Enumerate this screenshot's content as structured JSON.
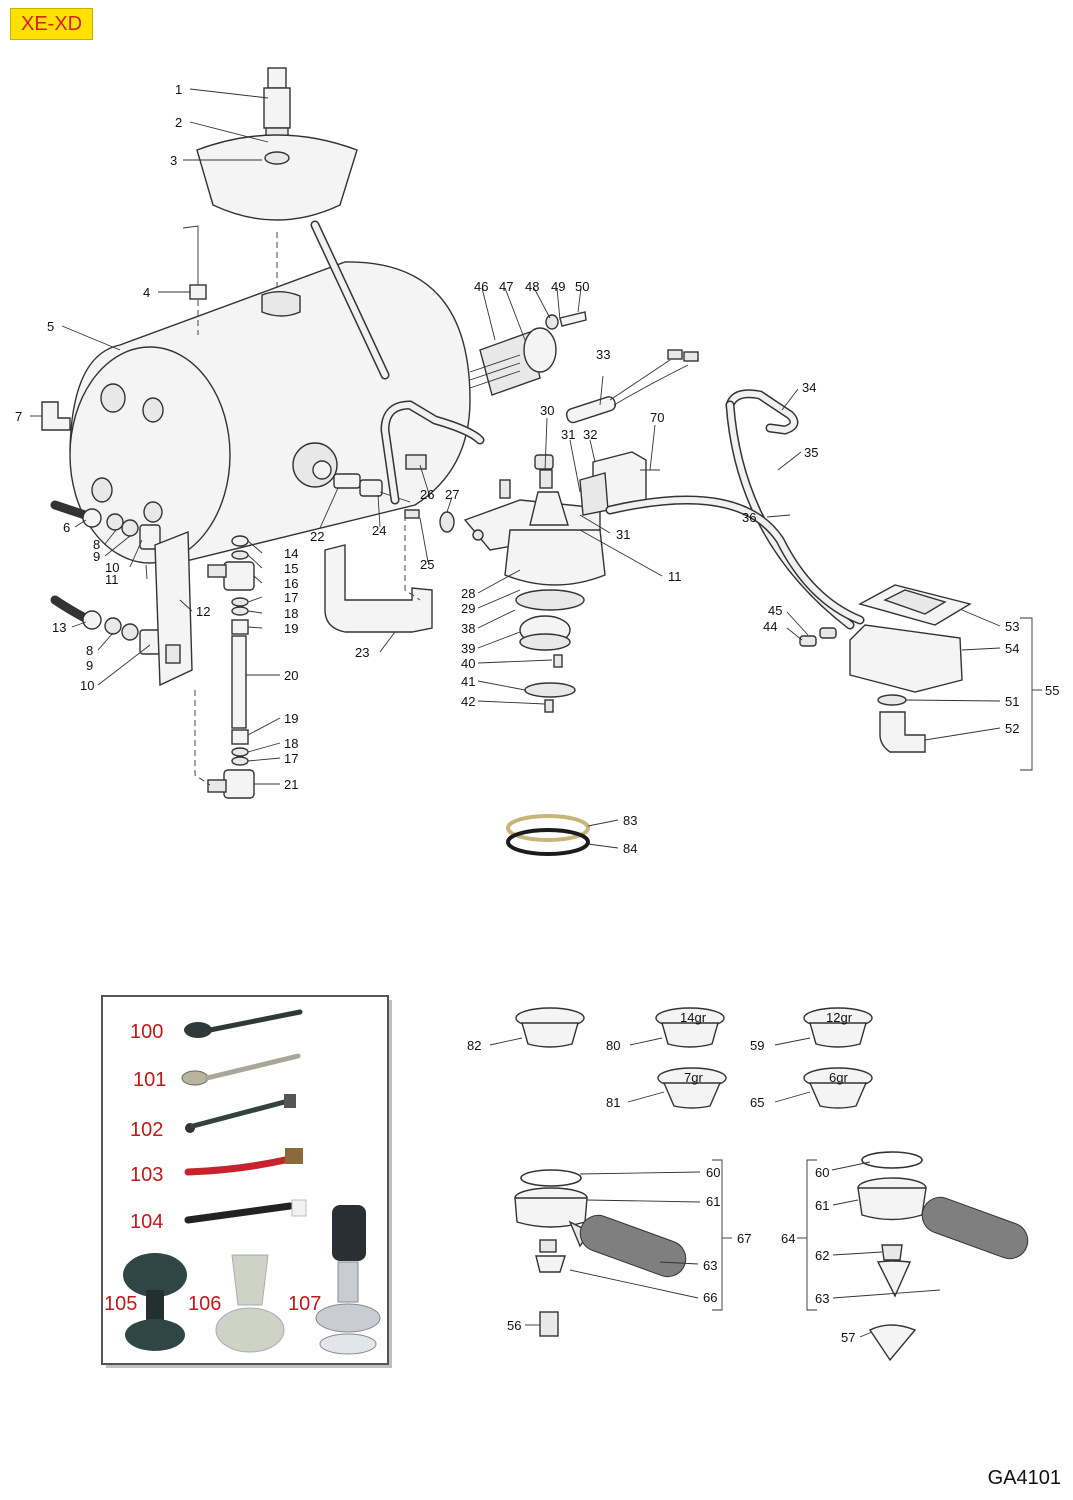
{
  "header": {
    "model": "XE-XD"
  },
  "footer": {
    "code": "GA4101"
  },
  "labels": {
    "p1": "1",
    "p2": "2",
    "p3": "3",
    "p4": "4",
    "p5": "5",
    "p6": "6",
    "p7": "7",
    "p8a": "8",
    "p9a": "9",
    "p10a": "10",
    "p11": "11",
    "p8b": "8",
    "p9b": "9",
    "p10b": "10",
    "p12": "12",
    "p13": "13",
    "p14": "14",
    "p15": "15",
    "p16": "16",
    "p17a": "17",
    "p18a": "18",
    "p19a": "19",
    "p20": "20",
    "p19b": "19",
    "p18b": "18",
    "p17b": "17",
    "p21": "21",
    "p22": "22",
    "p23": "23",
    "p24": "24",
    "p25": "25",
    "p26": "26",
    "p27": "27",
    "p28": "28",
    "p29": "29",
    "p30": "30",
    "p31a": "31",
    "p31b": "31",
    "p32": "32",
    "p33": "33",
    "p34": "34",
    "p35": "35",
    "p36": "36",
    "p38": "38",
    "p39": "39",
    "p40": "40",
    "p41": "41",
    "p42": "42",
    "p44": "44",
    "p45": "45",
    "p46": "46",
    "p47": "47",
    "p48": "48",
    "p49": "49",
    "p50": "50",
    "p51": "51",
    "p52": "52",
    "p53": "53",
    "p54": "54",
    "p55": "55",
    "p70": "70",
    "p11b": "11",
    "p83": "83",
    "p84": "84",
    "p82": "82",
    "p80": "80",
    "p59": "59",
    "p81": "81",
    "p65": "65",
    "p60a": "60",
    "p61a": "61",
    "p63a": "63",
    "p66": "66",
    "p67": "67",
    "p56": "56",
    "p60b": "60",
    "p61b": "61",
    "p62": "62",
    "p63b": "63",
    "p64": "64",
    "p57": "57"
  },
  "filters": {
    "f80": "14gr",
    "f59": "12gr",
    "f81": "7gr",
    "f65": "6gr"
  },
  "accessories": [
    "100",
    "101",
    "102",
    "103",
    "104",
    "105",
    "106",
    "107"
  ],
  "colors": {
    "accent_label": "#c0191b",
    "tag_bg": "#ffe100"
  }
}
